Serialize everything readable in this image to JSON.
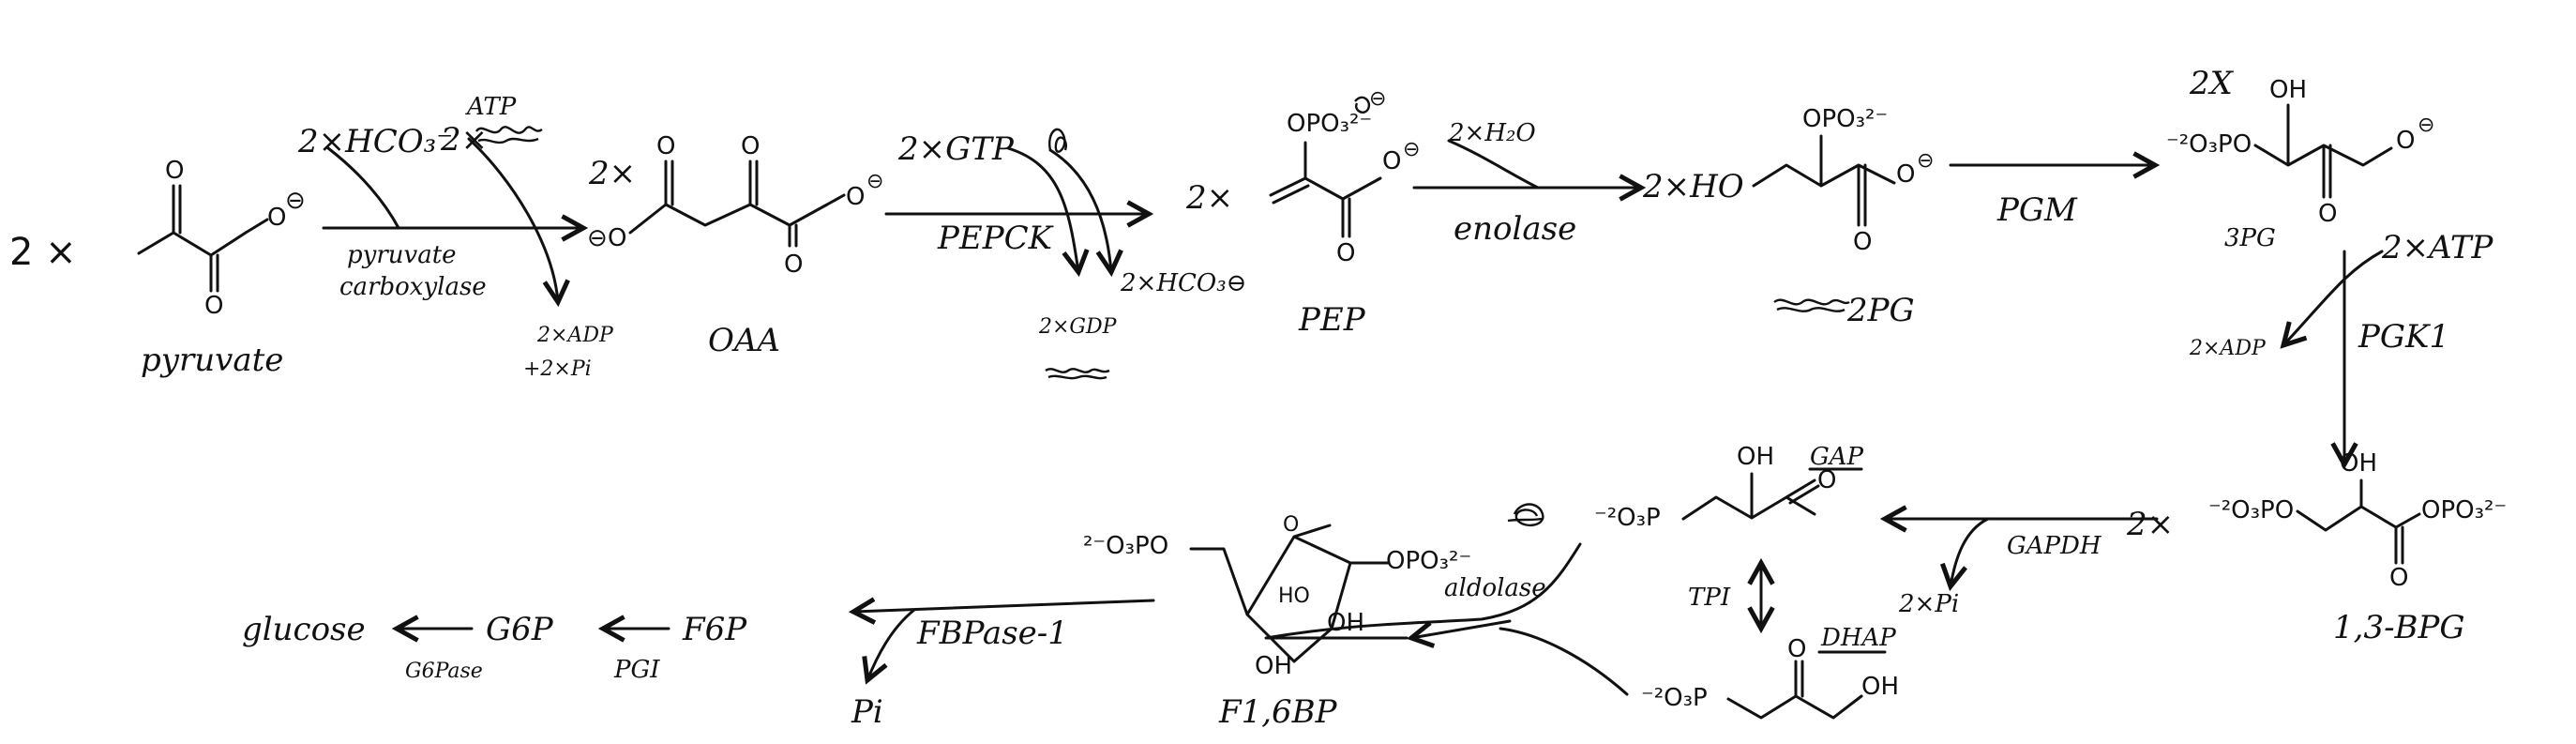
{
  "pyruvate": {
    "coef": "2 ×",
    "charge": "⊖",
    "name": "pyruvate"
  },
  "step_pc": {
    "hco3": "2×HCO₃⁻",
    "atp_top": "ATP",
    "atp_coef": "2×",
    "enzyme_line1": "pyruvate",
    "enzyme_line2": "carboxylase",
    "adp": "2×ADP",
    "pi": "+2×Pi"
  },
  "oaa": {
    "coef": "2×",
    "name": "OAA"
  },
  "step_pepck": {
    "gtp": "2×GTP",
    "enzyme": "PEPCK",
    "gdp": "2×GDP",
    "co2": "2×HCO₃⊖"
  },
  "pep": {
    "coef": "2×",
    "phosphate": "OPO₃²⁻",
    "name": "PEP"
  },
  "step_enolase": {
    "water": "2×H₂O",
    "enzyme": "enolase"
  },
  "pg2": {
    "coef": "2×HO",
    "phosphate": "OPO₃²⁻",
    "name": "2PG"
  },
  "step_pgm": {
    "enzyme": "PGM"
  },
  "pg3": {
    "coef": "2X",
    "oh": "OH",
    "phosphate": "⁻²O₃PO",
    "name": "3PG"
  },
  "step_pgk": {
    "atp": "2×ATP",
    "adp": "2×ADP",
    "enzyme": "PGK1"
  },
  "bpg": {
    "oh": "OH",
    "phosphate_left": "⁻²O₃PO",
    "phosphate_right": "OPO₃²⁻",
    "name": "1,3-BPG"
  },
  "step_gapdh": {
    "coef": "2×",
    "enzyme": "GAPDH",
    "pi": "2×Pi"
  },
  "gap": {
    "oh": "OH",
    "name": "GAP",
    "phosphate": "⁻²O₃P"
  },
  "tpi": {
    "enzyme": "TPI"
  },
  "dhap": {
    "name": "DHAP",
    "phosphate": "⁻²O₃P",
    "oh": "OH"
  },
  "step_aldolase": {
    "enzyme": "aldolase"
  },
  "f16bp": {
    "phosphate_left": "²⁻O₃PO",
    "phosphate_right": "OPO₃²⁻",
    "ho": "HO",
    "oh1": "OH",
    "oh2": "OH",
    "name": "F1,6BP"
  },
  "step_fbpase": {
    "enzyme": "FBPase-1",
    "pi": "Pi"
  },
  "f6p": {
    "name": "F6P"
  },
  "step_pgi": {
    "enzyme": "PGI"
  },
  "g6p": {
    "name": "G6P"
  },
  "step_g6pase": {
    "enzyme": "G6Pase"
  },
  "glucose": {
    "name": "glucose"
  }
}
